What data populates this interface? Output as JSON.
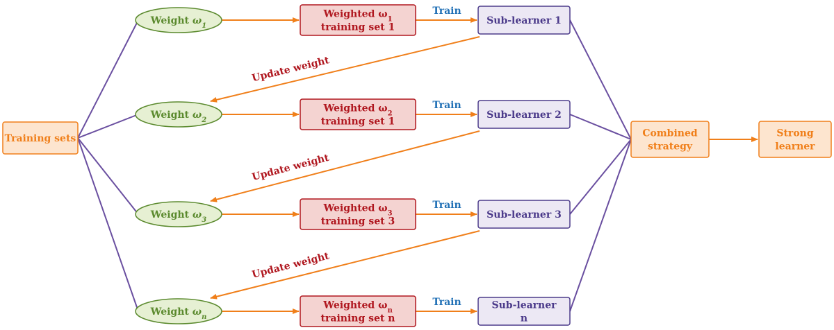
{
  "training_sets": "Training sets",
  "combined": {
    "line1": "Combined",
    "line2": "strategy"
  },
  "strong": {
    "line1": "Strong",
    "line2": "learner"
  },
  "train_label": "Train",
  "update_label": "Update weight",
  "rows": [
    {
      "weight": "Weight",
      "weight_sub": "1",
      "set_line1": "Weighted ω",
      "set_sub": "1",
      "set_line2": "training set 1",
      "learner_line1": "Sub-learner 1",
      "learner_line2": ""
    },
    {
      "weight": "Weight",
      "weight_sub": "2",
      "set_line1": "Weighted ω",
      "set_sub": "2",
      "set_line2": "training set 1",
      "learner_line1": "Sub-learner 2",
      "learner_line2": ""
    },
    {
      "weight": "Weight",
      "weight_sub": "3",
      "set_line1": "Weighted ω",
      "set_sub": "3",
      "set_line2": "training set 3",
      "learner_line1": "Sub-learner 3",
      "learner_line2": ""
    },
    {
      "weight": "Weight",
      "weight_sub": "n",
      "set_line1": "Weighted ω",
      "set_sub": "n",
      "set_line2": "training set n",
      "learner_line1": "Sub-learner",
      "learner_line2": "n"
    }
  ],
  "colors": {
    "orange": "#f07f1a",
    "orange_fill": "#fde5cf",
    "green": "#5b8a2e",
    "green_fill": "#e6f0d3",
    "red": "#b0171f",
    "red_fill": "#f4d3d1",
    "purple": "#4b3a8a",
    "purple_fill": "#ece8f4",
    "blue": "#1f6fb5",
    "line_purple": "#6a4fa0"
  }
}
